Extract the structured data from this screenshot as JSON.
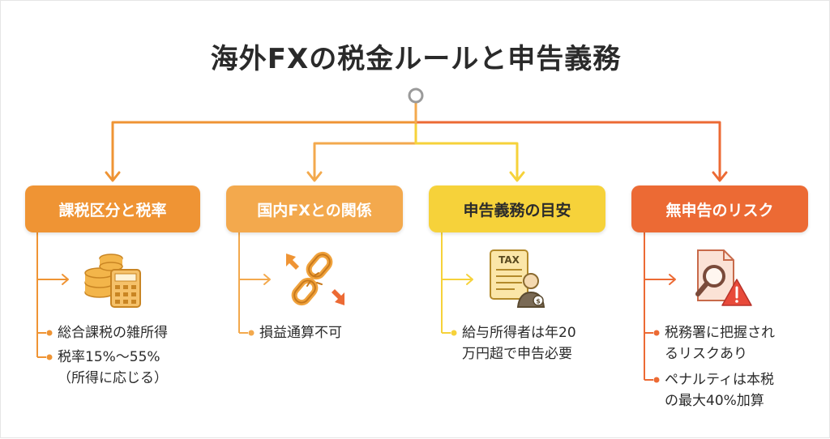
{
  "title": "海外FXの税金ルールと申告義務",
  "colors": {
    "orange": "#ef9434",
    "light_orange": "#f3a94d",
    "yellow": "#f6d23a",
    "red_orange": "#ec6a34",
    "connector_gray": "#9a9a9a"
  },
  "categories": [
    {
      "label": "課税区分と税率",
      "icon": "coins-calculator-icon",
      "bullets": [
        "総合課税の雑所得",
        "税率15%〜55%",
        "（所得に応じる）"
      ]
    },
    {
      "label": "国内FXとの関係",
      "icon": "broken-chain-icon",
      "bullets": [
        "損益通算不可"
      ]
    },
    {
      "label": "申告義務の目安",
      "icon": "tax-document-icon",
      "icon_text": "TAX",
      "bullets": [
        "給与所得者は年20",
        "万円超で申告必要"
      ]
    },
    {
      "label": "無申告のリスク",
      "icon": "document-magnifier-warning-icon",
      "bullets": [
        "税務署に把握され",
        "るリスクあり",
        "ペナルティは本税",
        "の最大40%加算"
      ]
    }
  ]
}
